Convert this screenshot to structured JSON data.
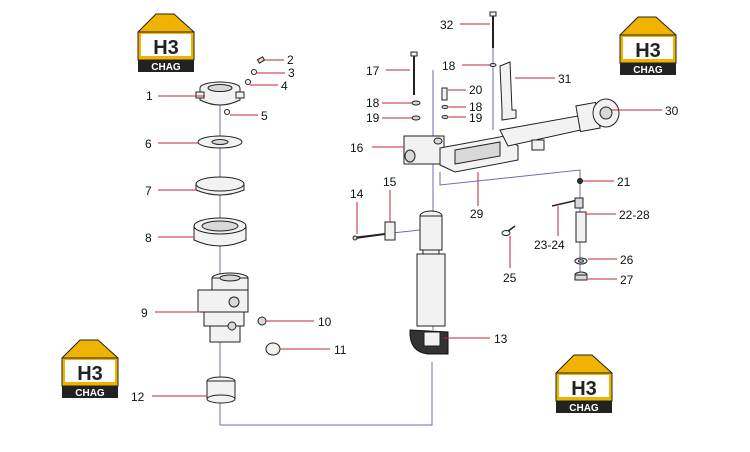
{
  "logo": {
    "mark": "H3",
    "name": "CHAG"
  },
  "callouts": {
    "c1": "1",
    "c2": "2",
    "c3": "3",
    "c4": "4",
    "c5": "5",
    "c6": "6",
    "c7": "7",
    "c8": "8",
    "c9": "9",
    "c10": "10",
    "c11": "11",
    "c12": "12",
    "c13": "13",
    "c14": "14",
    "c15": "15",
    "c16": "16",
    "c17": "17",
    "c18a": "18",
    "c18b": "18",
    "c18c": "18",
    "c19a": "19",
    "c19b": "19",
    "c20": "20",
    "c21": "21",
    "c22": "22-28",
    "c23": "23-24",
    "c25": "25",
    "c26": "26",
    "c27": "27",
    "c29": "29",
    "c30": "30",
    "c31": "31",
    "c32": "32"
  },
  "colors": {
    "logo_dark": "#222222",
    "logo_gold": "#f0b400",
    "leader": "#c0272d",
    "axis": "#6b6bb3"
  }
}
